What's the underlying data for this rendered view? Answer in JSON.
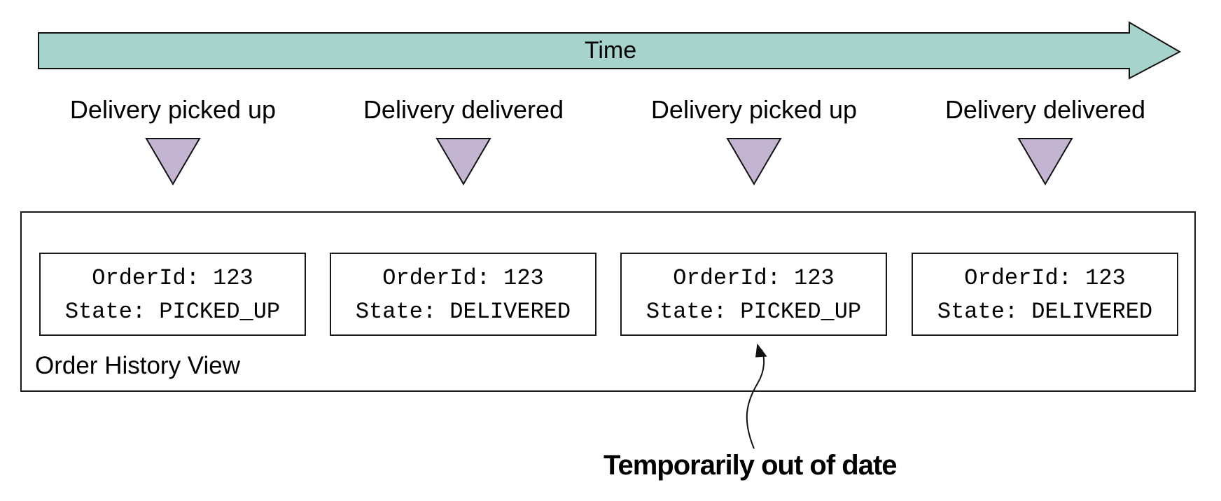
{
  "timeline": {
    "label": "Time",
    "color": "#a7d3cd"
  },
  "events": [
    {
      "label": "Delivery picked up"
    },
    {
      "label": "Delivery delivered"
    },
    {
      "label": "Delivery picked up"
    },
    {
      "label": "Delivery delivered"
    }
  ],
  "marker_color": "#c3b5d1",
  "view": {
    "label": "Order History View",
    "records": [
      {
        "line1": "OrderId: 123",
        "line2": "State: PICKED_UP"
      },
      {
        "line1": "OrderId: 123",
        "line2": "State: DELIVERED"
      },
      {
        "line1": "OrderId: 123",
        "line2": "State: PICKED_UP"
      },
      {
        "line1": "OrderId: 123",
        "line2": "State: DELIVERED"
      }
    ]
  },
  "annotation": {
    "label": "Temporarily out of date"
  }
}
